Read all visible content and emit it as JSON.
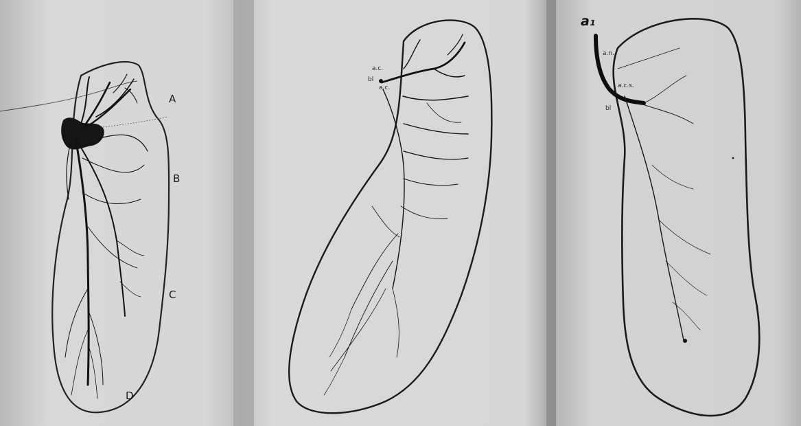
{
  "figure": {
    "panels": [
      {
        "id": "left",
        "labels": {
          "a": "A",
          "b": "B",
          "c": "C",
          "d": "D"
        }
      },
      {
        "id": "middle",
        "labels": {
          "ac1": "a.c.",
          "ac2": "a.c.",
          "bl": "bl"
        }
      },
      {
        "id": "right",
        "labels": {
          "title": "a₁",
          "ac": "a.c.s.",
          "an": "a.n.",
          "bl": "bl"
        }
      }
    ],
    "colors": {
      "paper": "#d2d2d2",
      "ink": "#111111",
      "frame_edge": "#6e6e6e"
    }
  }
}
